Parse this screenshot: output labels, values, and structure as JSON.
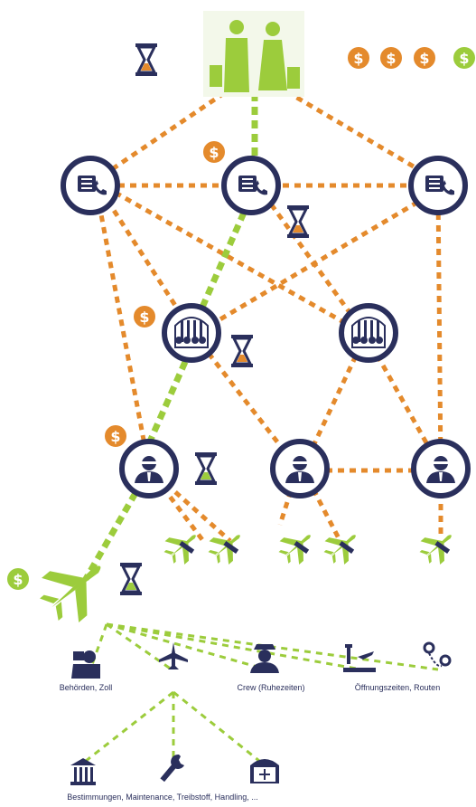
{
  "colors": {
    "navy": "#2a2f5c",
    "orange": "#e48a2c",
    "green": "#9ccc3c",
    "white": "#ffffff"
  },
  "icons": {
    "passengers": "passengers-icon",
    "hourglass": "hourglass-icon",
    "coin": "dollar-coin-icon",
    "booking": "booking-phone-icon",
    "airport": "airport-terminal-icon",
    "agent": "agent-person-icon",
    "plane": "airplane-icon",
    "customs": "customs-officer-icon",
    "crew": "pilot-crew-icon",
    "runway": "runway-tower-icon",
    "route": "route-pin-icon",
    "regulation": "government-building-icon",
    "maintenance": "wrench-icon",
    "handling": "hangar-icon"
  },
  "coin_symbol": "$",
  "labels": {
    "customs": "Behörden, Zoll",
    "crew": "Crew (Ruhezeiten)",
    "routes": "Öffnungszeiten, Routen",
    "bottom": "Bestimmungen, Maintenance, Treibstoff, Handling, ..."
  }
}
